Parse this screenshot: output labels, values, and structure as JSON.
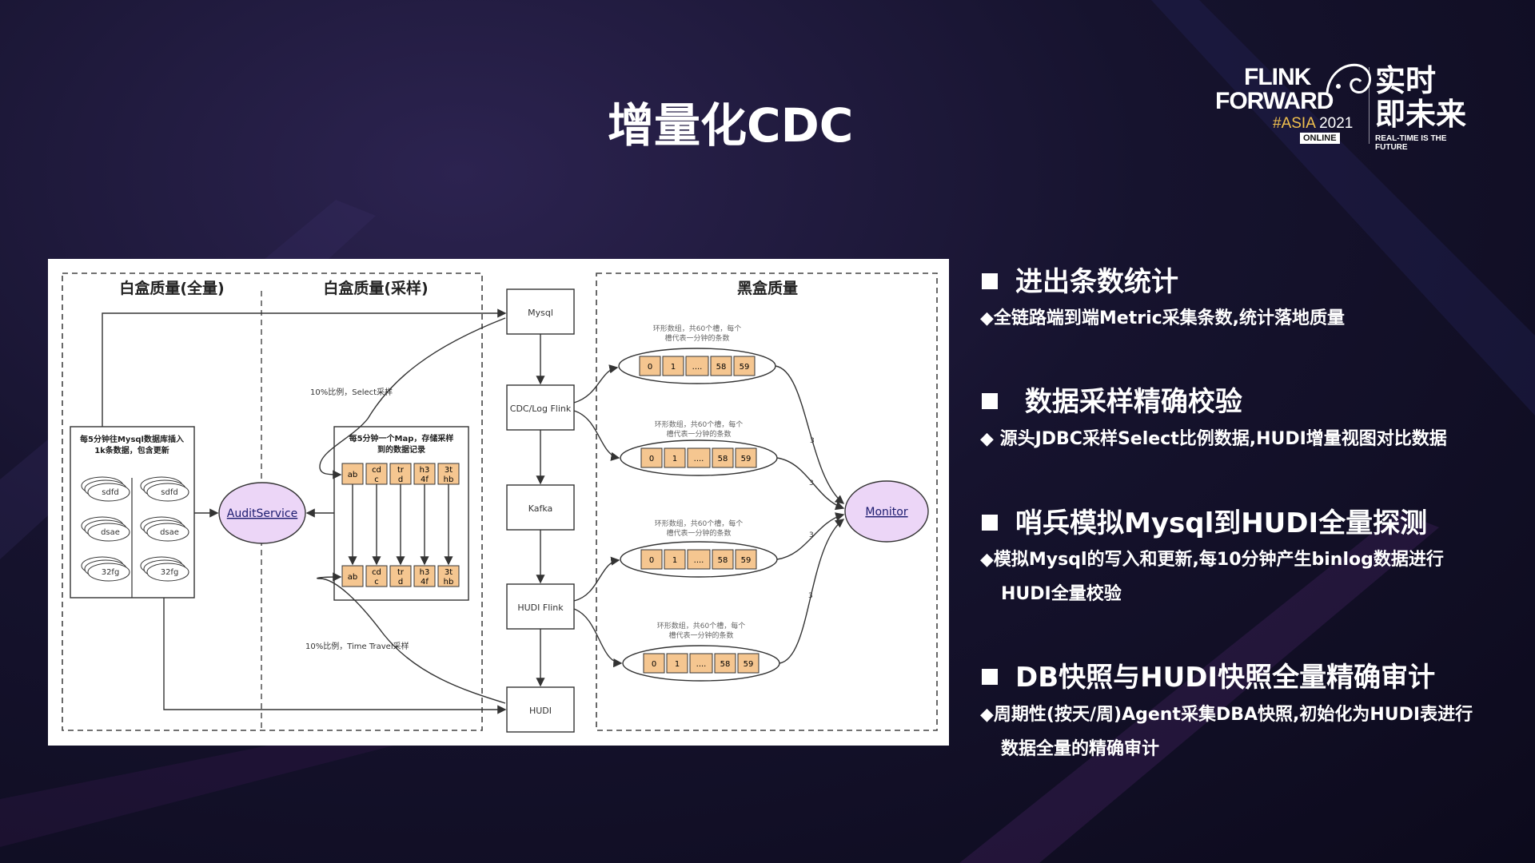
{
  "slide": {
    "title": "增量化CDC"
  },
  "logo": {
    "line1": "FLINK",
    "line2": "FORWARD",
    "asia_hash": "#ASIA",
    "asia_year": "2021",
    "online": "ONLINE",
    "cn_line1": "实时",
    "cn_line2": "即未来",
    "tagline": "REAL-TIME IS THE FUTURE"
  },
  "diagram": {
    "zone_labels": [
      "白盒质量(全量)",
      "白盒质量(采样)",
      "黑盒质量"
    ],
    "insert_box_text": [
      "每5分钟往Mysql数据库插入",
      "1k条数据，包含更新"
    ],
    "record_labels": [
      "sdfd",
      "sdfd",
      "dsae",
      "dsae",
      "32fg",
      "32fg"
    ],
    "audit_service": "AuditService",
    "map_box_text": [
      "每5分钟一个Map，存储采样",
      "到的数据记录"
    ],
    "map_cells": [
      [
        "ab",
        ""
      ],
      [
        "cd",
        "c"
      ],
      [
        "tr",
        "d"
      ],
      [
        "h3",
        "4f"
      ],
      [
        "3t",
        "hb"
      ]
    ],
    "sample_select": "10%比例，Select采样",
    "sample_time_travel": "10%比例，Time Travel采样",
    "pipeline": [
      "Mysql",
      "CDC/Log Flink",
      "Kafka",
      "HUDI Flink",
      "HUDI"
    ],
    "ring_caption": [
      "环形数组，共60个槽，每个",
      "槽代表一分钟的条数"
    ],
    "ring_slots": [
      "0",
      "1",
      "....",
      "58",
      "59"
    ],
    "monitor": "Monitor",
    "monitor_edge_label": "3"
  },
  "sections": [
    {
      "title": "进出条数统计",
      "desc": [
        "◆全链路端到端Metric采集条数,统计落地质量"
      ]
    },
    {
      "title": " 数据采样精确校验",
      "desc": [
        "◆   源头JDBC采样Select比例数据,HUDI增量视图对比数据"
      ]
    },
    {
      "title": "哨兵模拟Mysql到HUDI全量探测",
      "desc": [
        "◆模拟Mysql的写入和更新,每10分钟产生binlog数据进行",
        "HUDI全量校验"
      ]
    },
    {
      "title": "DB快照与HUDI快照全量精确审计",
      "desc": [
        "◆周期性(按天/周)Agent采集DBA快照,初始化为HUDI表进行",
        "数据全量的精确审计"
      ]
    }
  ]
}
